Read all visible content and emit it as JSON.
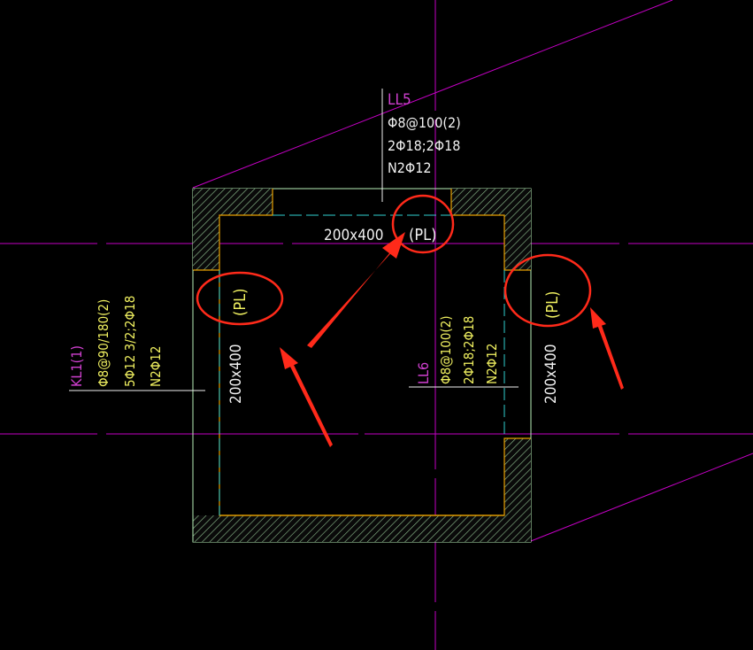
{
  "colors": {
    "background": "#000000",
    "axis": "#c400c4",
    "outline_green": "#b8f0b8",
    "wall_orange": "#e8a000",
    "hatch": "#9ac89a",
    "dim_white": "#f0f0f0",
    "label_yellow": "#f0f060",
    "label_magenta": "#d040d0",
    "dash_cyan": "#30d0d0",
    "annotation_red": "#ff2a1a"
  },
  "beams": {
    "ll5": {
      "name": "LL5",
      "stirrup": "Φ8@100(2)",
      "main_bars": "2Φ18;2Φ18",
      "side_bars": "N2Φ12",
      "size": "200x400",
      "tag": "(PL)"
    },
    "kl1": {
      "name": "KL1(1)",
      "stirrup": "Φ8@90/180(2)",
      "main_bars": "5Φ12  3/2;2Φ18",
      "side_bars": "N2Φ12"
    },
    "left_beam": {
      "size": "200x400",
      "tag": "(PL)"
    },
    "ll6": {
      "name": "LL6",
      "stirrup": "Φ8@100(2)",
      "main_bars": "2Φ18;2Φ18",
      "side_bars": "N2Φ12"
    },
    "right_beam": {
      "size": "200x400",
      "tag": "(PL)"
    }
  }
}
